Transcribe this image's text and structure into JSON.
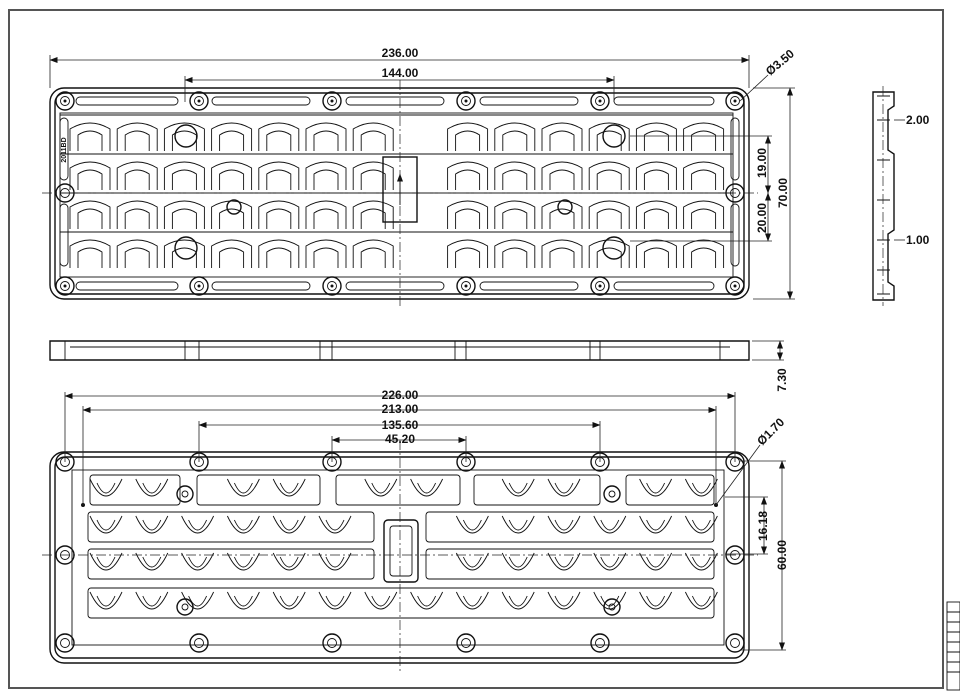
{
  "drawing": {
    "top_view": {
      "overall_width": "236.00",
      "hole_pitch": "144.00",
      "hole_diameter": "Ø3.50",
      "part_number_mark": "2011BD",
      "row_pitch": "19.00",
      "row_offset": "20.00",
      "overall_height": "70.00"
    },
    "side_view": {
      "upper_thickness": "2.00",
      "lower_thickness": "1.00"
    },
    "front_view": {
      "height": "7.30"
    },
    "bottom_view": {
      "hole_span_outer": "226.00",
      "hole_span": "213.00",
      "hole_pitch_mid": "135.60",
      "hole_pitch_inner": "45.20",
      "pin_diameter": "Ø1.70",
      "row_spacing": "16.18",
      "overall_height": "60.00"
    }
  }
}
